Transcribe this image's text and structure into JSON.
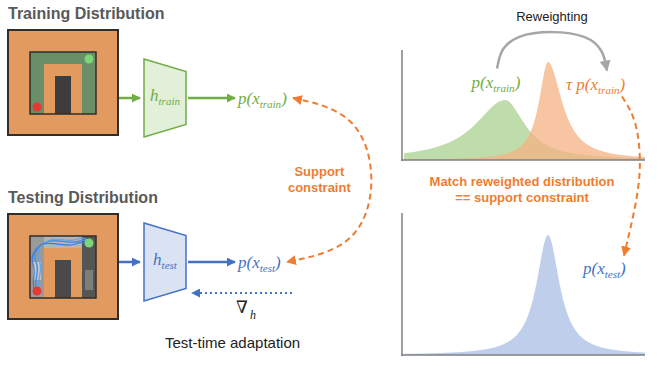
{
  "diagram": {
    "nodes": [
      {
        "text": [
          "Training Distribution"
        ]
      },
      {
        "text": [
          "h",
          "train"
        ]
      },
      {
        "text": [
          "p(x",
          "train",
          ")"
        ]
      },
      {
        "text": [
          "Testing Distribution"
        ]
      },
      {
        "text": [
          "h",
          "test"
        ]
      },
      {
        "text": [
          "p(x",
          "test",
          ")"
        ]
      },
      {
        "text": [
          "p(x",
          "train",
          ")"
        ]
      },
      {
        "text": [
          "τ p(x",
          "train",
          ")"
        ]
      },
      {
        "text": [
          "p(x",
          "test",
          ")"
        ]
      }
    ],
    "edges": [
      {
        "from": 0,
        "to": 1,
        "arrow": "to"
      },
      {
        "from": 1,
        "to": 2,
        "arrow": "to"
      },
      {
        "from": 3,
        "to": 4,
        "arrow": "to"
      },
      {
        "from": 4,
        "to": 5,
        "arrow": "to"
      },
      {
        "from": 2,
        "to": 5,
        "label": "Support constraint",
        "arrow": "both"
      },
      {
        "from": 6,
        "to": 7,
        "label": "Reweighting",
        "arrow": "to"
      },
      {
        "from": 7,
        "to": 8,
        "label": "Match reweighted distribution == support constraint",
        "arrow": "to"
      }
    ],
    "labels": [
      "∇",
      "h",
      "Test-time adaptation"
    ]
  }
}
